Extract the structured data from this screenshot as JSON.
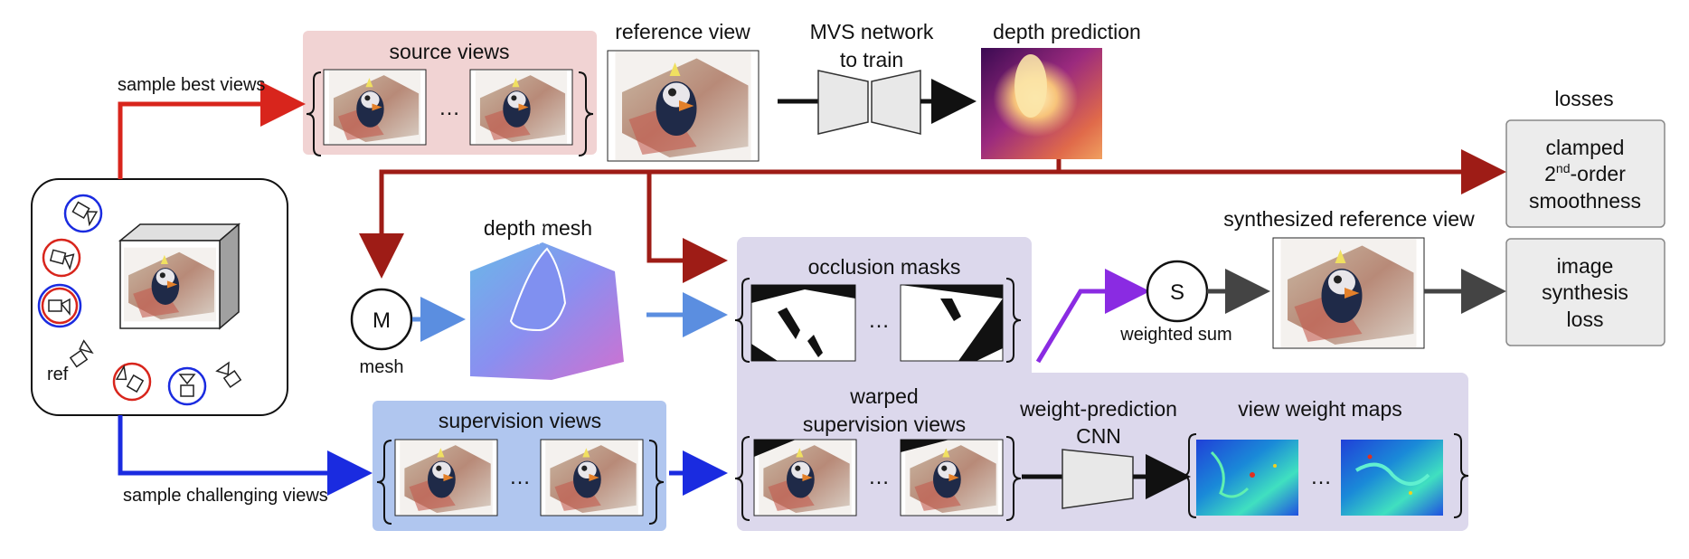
{
  "labels": {
    "sample_best_views": "sample best views",
    "sample_challenging_views": "sample challenging views",
    "source_views": "source views",
    "reference_view": "reference view",
    "mvs_network": [
      "MVS network",
      "to train"
    ],
    "depth_prediction": "depth prediction",
    "losses": "losses",
    "depth_mesh": "depth mesh",
    "occlusion_masks": "occlusion masks",
    "mesh_node_letter": "M",
    "mesh_node_caption": "mesh",
    "sum_node_letter": "S",
    "sum_node_caption": "weighted sum",
    "synthesized_reference_view": "synthesized reference view",
    "supervision_views": "supervision views",
    "warped_supervision_views": [
      "warped",
      "supervision views"
    ],
    "weight_prediction_cnn": [
      "weight-prediction",
      "CNN"
    ],
    "view_weight_maps": "view weight maps",
    "ellipsis": "…",
    "ref": "ref"
  },
  "losses": {
    "smoothness": {
      "line1": "clamped",
      "line2_main": "2",
      "line2_sup": "nd",
      "line2_rest": "-order",
      "line3": "smoothness"
    },
    "synthesis": [
      "image",
      "synthesis",
      "loss"
    ]
  },
  "colors": {
    "red": "#d8251c",
    "darkred": "#9e1c16",
    "blue": "#1a2be0",
    "lightblue": "#5b8ee0",
    "purple": "#8a2be2",
    "black": "#111111",
    "source_bg": "#f1d3d3",
    "supervision_bg": "#b0c6ef",
    "purple_bg": "#dcd8ec",
    "loss_bg": "#ececec"
  },
  "icons": [
    "camera-icon",
    "cube-icon",
    "network-icon",
    "cnn-icon"
  ]
}
